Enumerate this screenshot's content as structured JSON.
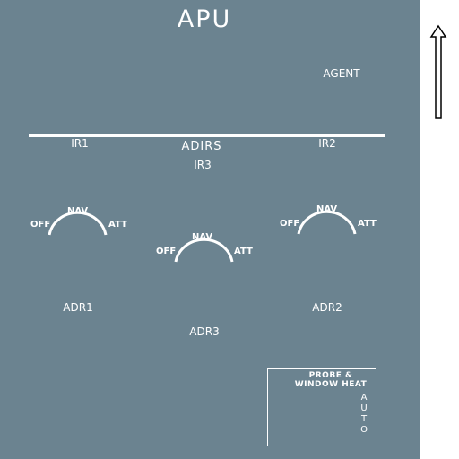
{
  "colors": {
    "panel": "#6b8390",
    "foreground": "#ffffff",
    "outside": "#ffffff"
  },
  "title": "APU",
  "agent_label": "AGENT",
  "adirs": {
    "label": "ADIRS",
    "ir1": "IR1",
    "ir2": "IR2",
    "ir3": "IR3",
    "knobs": [
      {
        "id": "ir1",
        "off": "OFF",
        "nav": "NAV",
        "att": "ATT"
      },
      {
        "id": "ir3",
        "off": "OFF",
        "nav": "NAV",
        "att": "ATT"
      },
      {
        "id": "ir2",
        "off": "OFF",
        "nav": "NAV",
        "att": "ATT"
      }
    ],
    "adr1": "ADR1",
    "adr2": "ADR2",
    "adr3": "ADR3"
  },
  "probe_window_heat": {
    "title": "PROBE & WINDOW HEAT",
    "mode": [
      "A",
      "U",
      "T",
      "O"
    ]
  },
  "icons": {
    "up_arrow": "up-arrow-icon"
  }
}
